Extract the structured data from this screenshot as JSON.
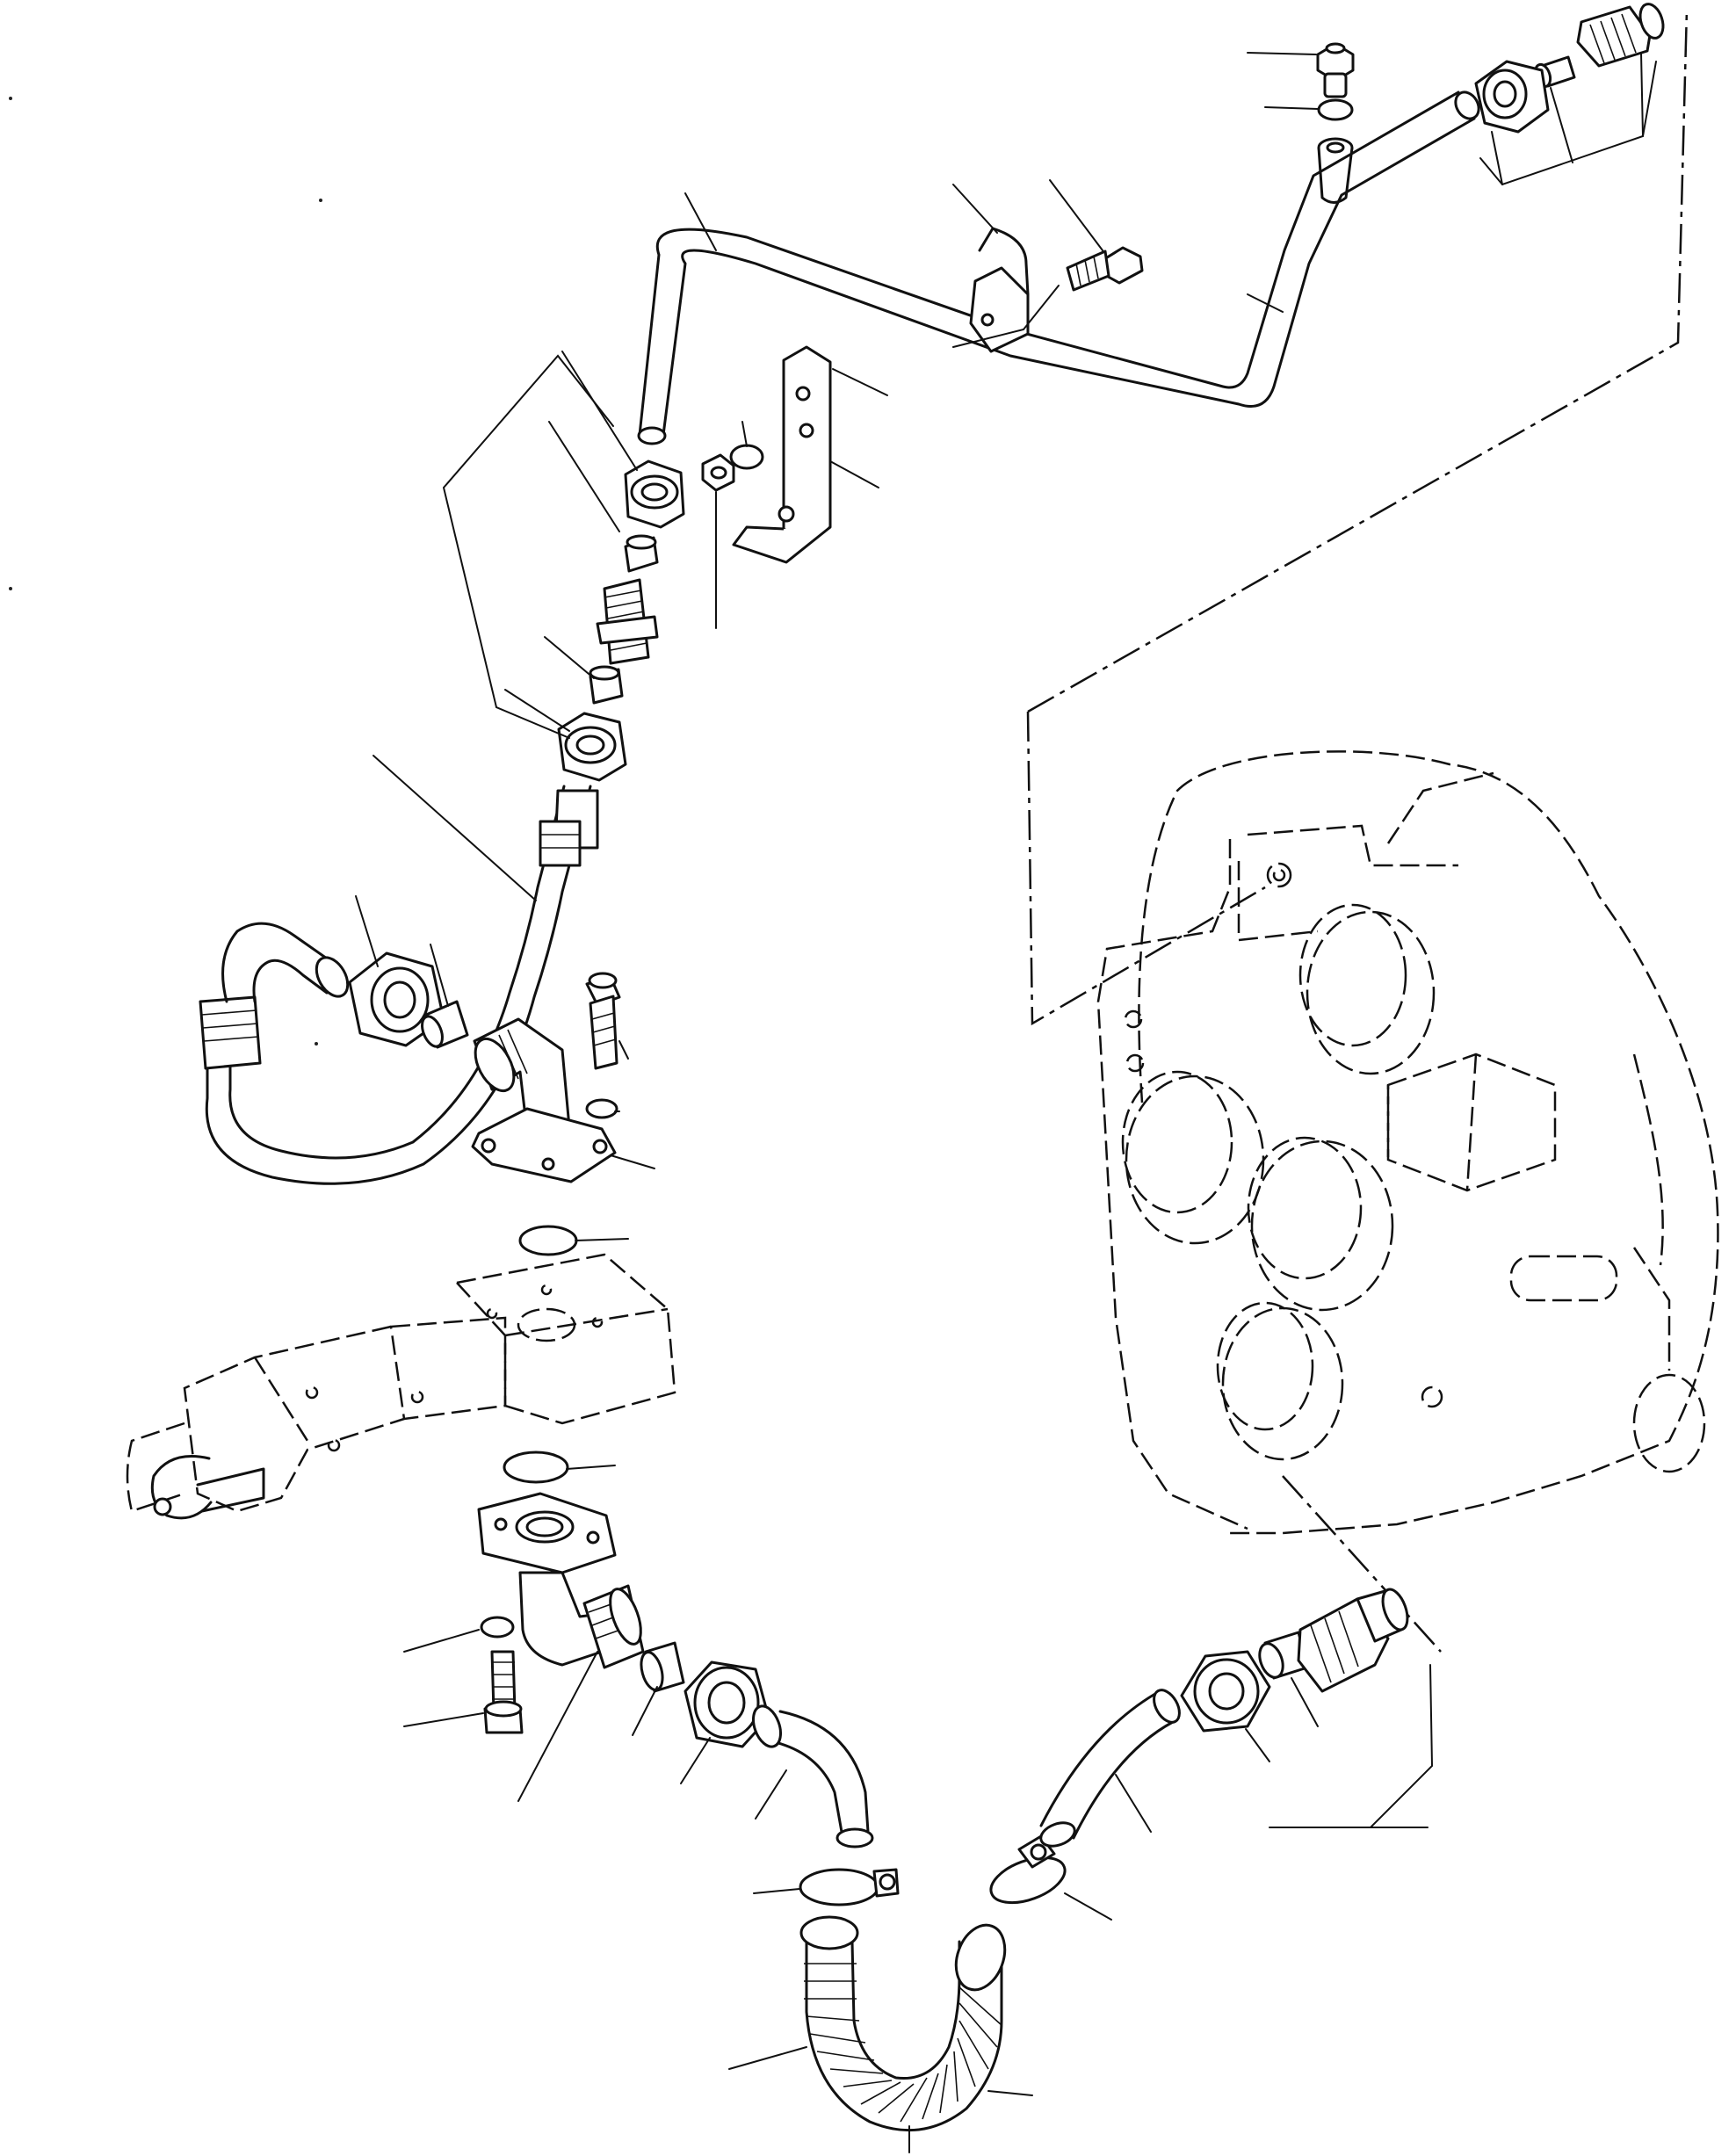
{
  "figure": {
    "kind": "exploded-parts-diagram",
    "subject": "hydraulic-pump-suction-and-return-lines",
    "background": "#ffffff",
    "line_color": "#111111"
  },
  "callouts": {
    "count": 38,
    "labels_printed": false
  },
  "icons": [
    "banjo-bolt-icon",
    "sealing-washer-icon",
    "tube-tee-icon",
    "straight-fitting-icon",
    "tube-nut-icon",
    "ferrule-icon",
    "tube-clamp-icon",
    "cap-screw-icon",
    "support-bracket-icon",
    "lock-nut-icon",
    "hydraulic-tube-icon",
    "hose-assembly-icon",
    "elbow-flange-icon",
    "o-ring-icon",
    "hydraulic-pump-icon",
    "hose-clamp-icon",
    "corrugated-hose-icon",
    "transmission-housing-icon"
  ]
}
